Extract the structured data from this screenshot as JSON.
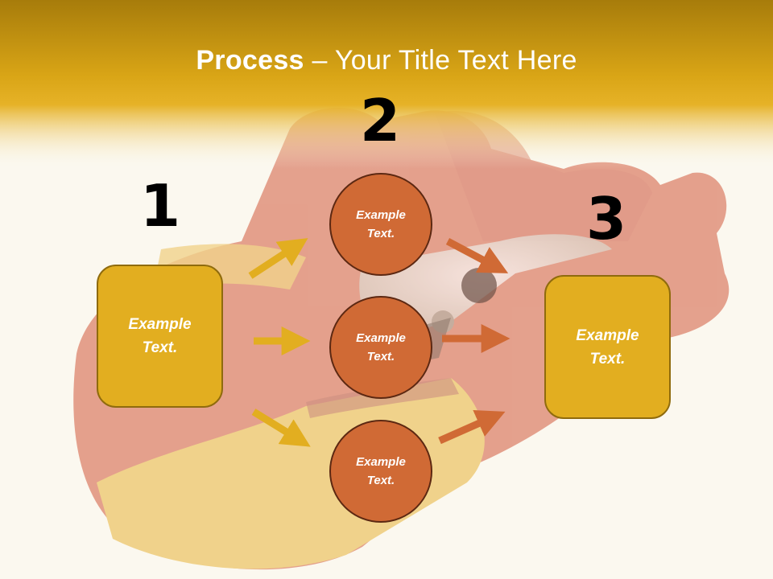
{
  "title": {
    "bold": "Process",
    "rest": " – Your Title Text Here"
  },
  "steps": [
    {
      "number": "1",
      "boxes": [
        {
          "text": "Example\nText."
        }
      ]
    },
    {
      "number": "2",
      "boxes": [
        {
          "text": "Example\nText."
        },
        {
          "text": "Example\nText."
        },
        {
          "text": "Example\nText."
        }
      ]
    },
    {
      "number": "3",
      "boxes": [
        {
          "text": "Example\nText."
        }
      ]
    }
  ],
  "colors": {
    "header": "#d9a516",
    "box_fill": "#e2ae20",
    "box_border": "#8f6b0d",
    "circle_fill": "#d06a35",
    "circle_border": "#5c2812",
    "arrow_gold": "#e2ae20",
    "arrow_orange": "#d06a35"
  }
}
